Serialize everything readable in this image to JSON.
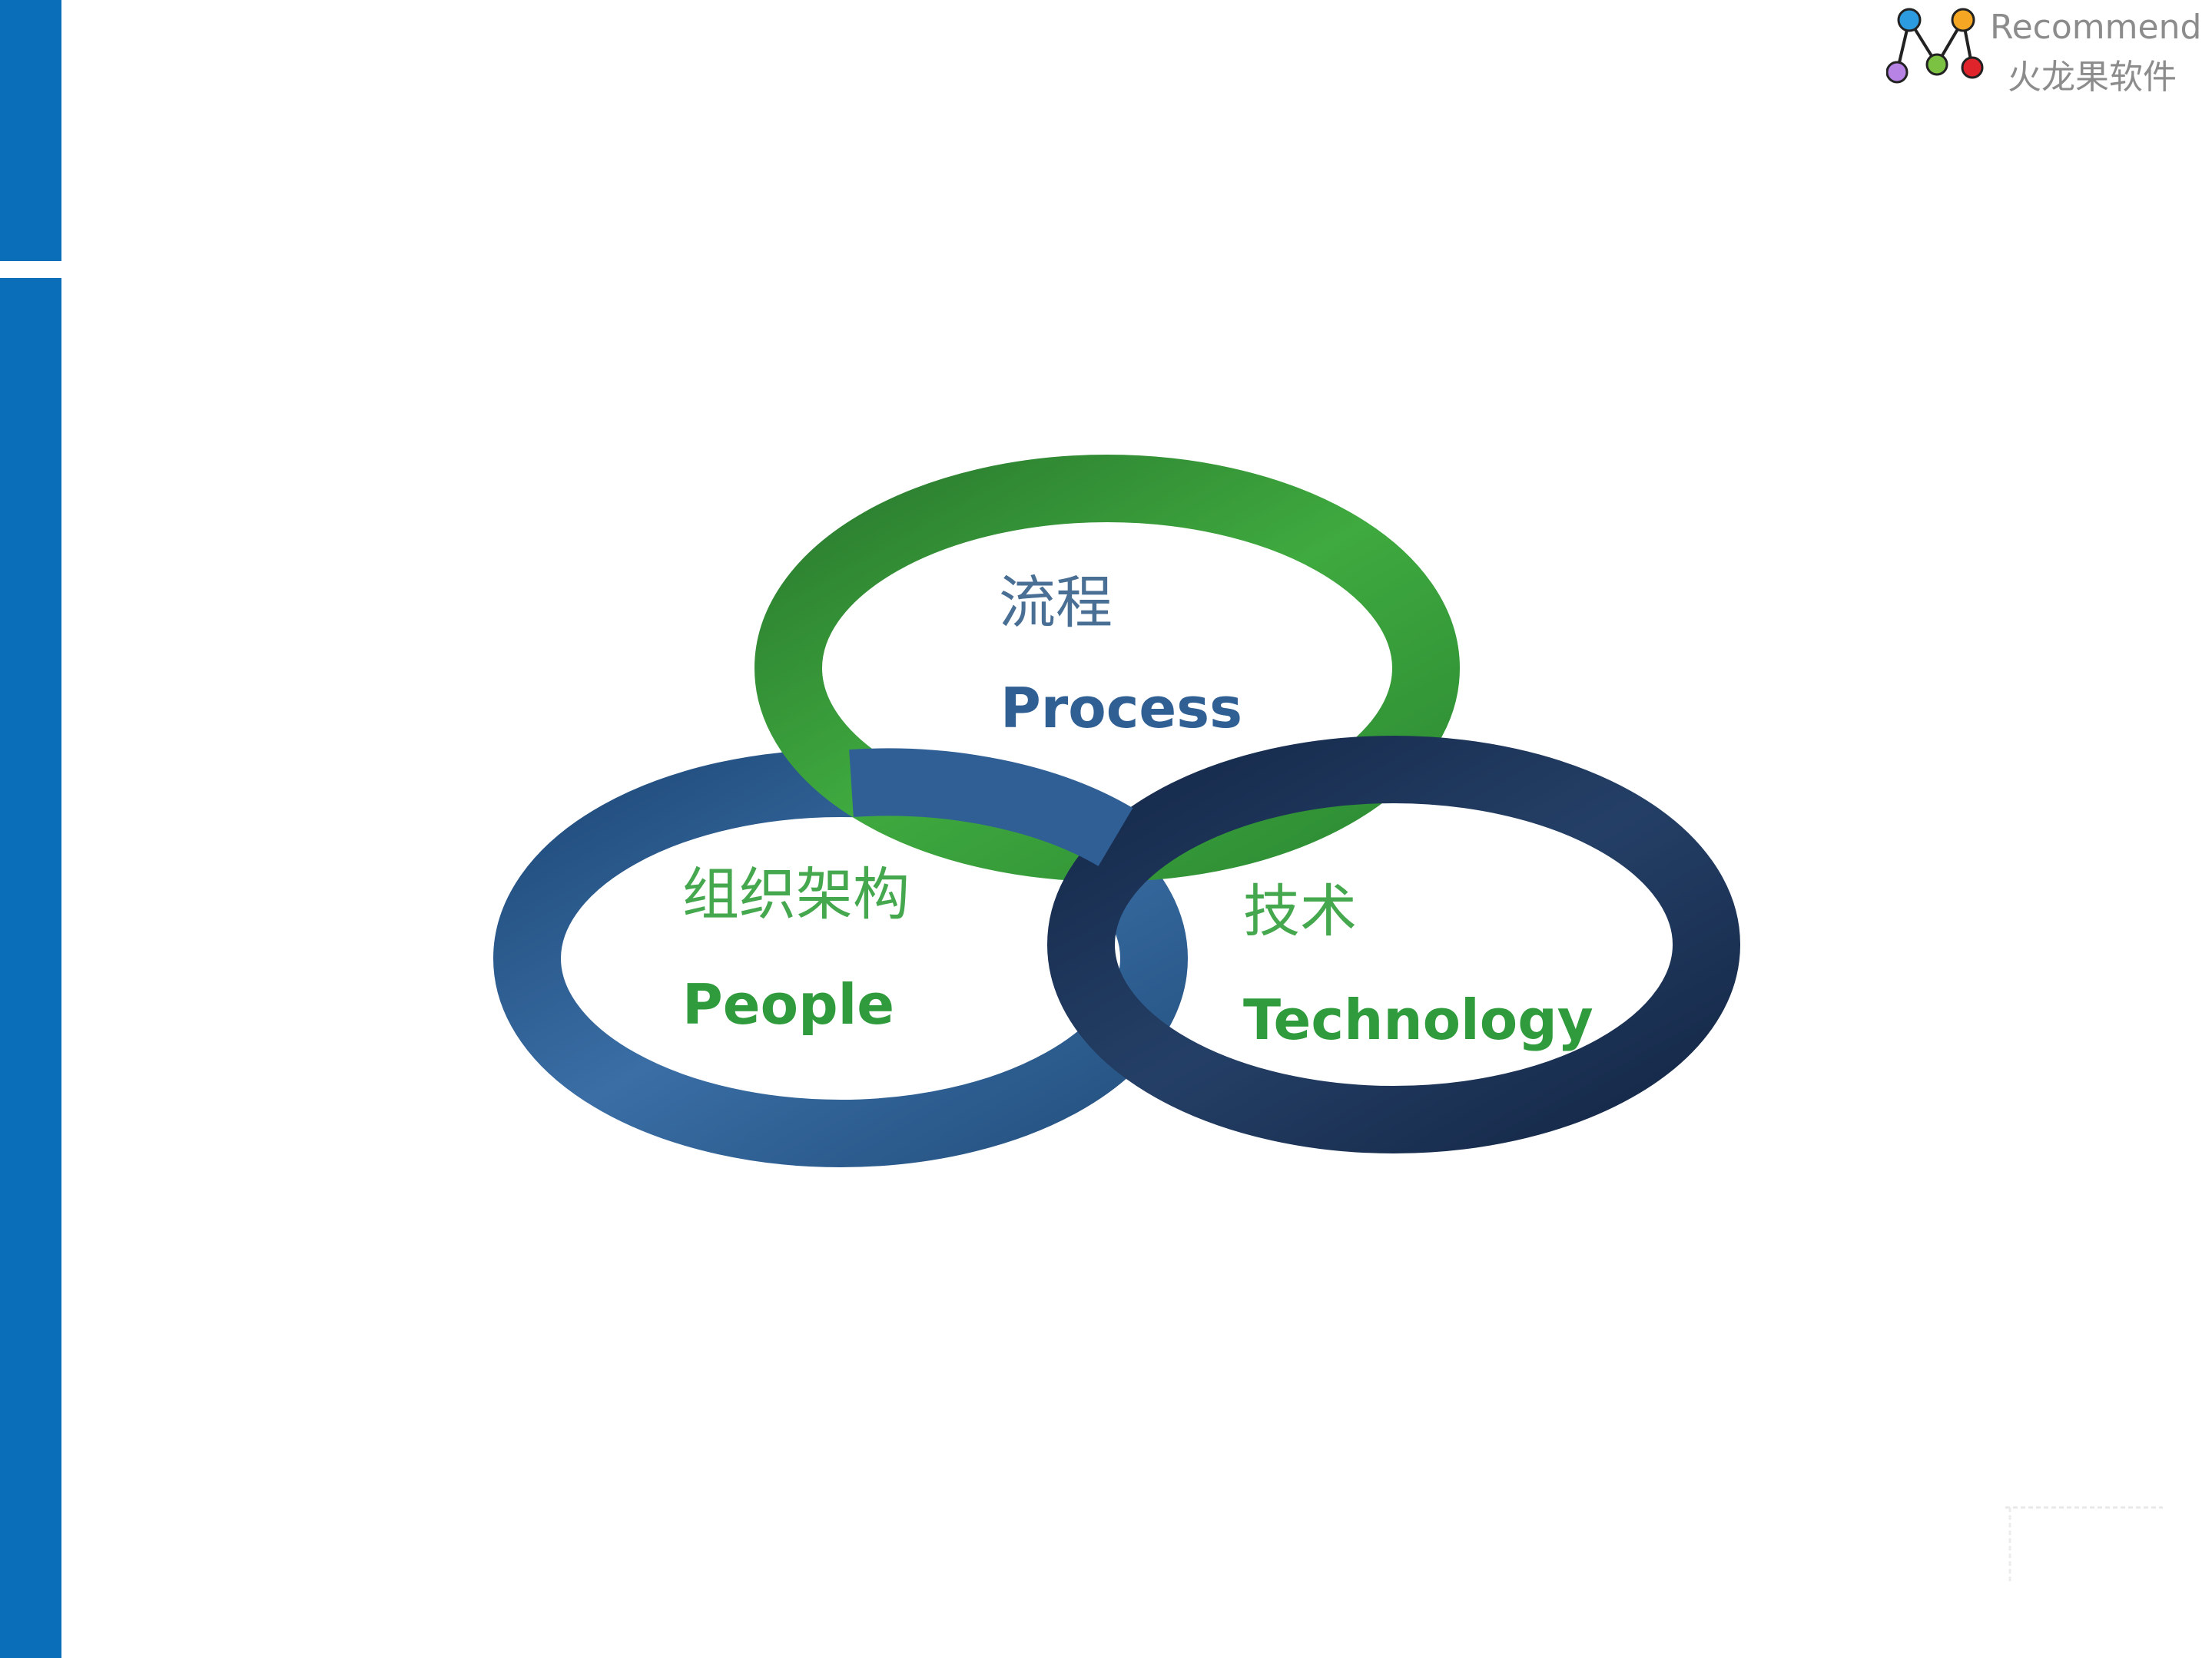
{
  "brand": {
    "text_en": "Recommend",
    "text_cn": "火龙果软件",
    "dot_colors": [
      "#2d9be0",
      "#f5a623",
      "#b784e6",
      "#7bc142",
      "#e0242b"
    ]
  },
  "diagram": {
    "circles": [
      {
        "id": "process",
        "label_cn": "流程",
        "label_en": "Process",
        "ring_color": "#3a9a3a",
        "label_en_color": "#2f5f93",
        "label_cn_color": "#4a6f94"
      },
      {
        "id": "people",
        "label_cn": "组织架构",
        "label_en": "People",
        "ring_color": "#2f5b8f",
        "label_en_color": "#2f9b3c",
        "label_cn_color": "#45a84e"
      },
      {
        "id": "technology",
        "label_cn": "技术",
        "label_en": "Technology",
        "ring_color": "#1d3557",
        "label_en_color": "#2f9b3c",
        "label_cn_color": "#45a84e"
      }
    ]
  },
  "colors": {
    "sidebar": "#0b6eb8",
    "background": "#ffffff"
  }
}
